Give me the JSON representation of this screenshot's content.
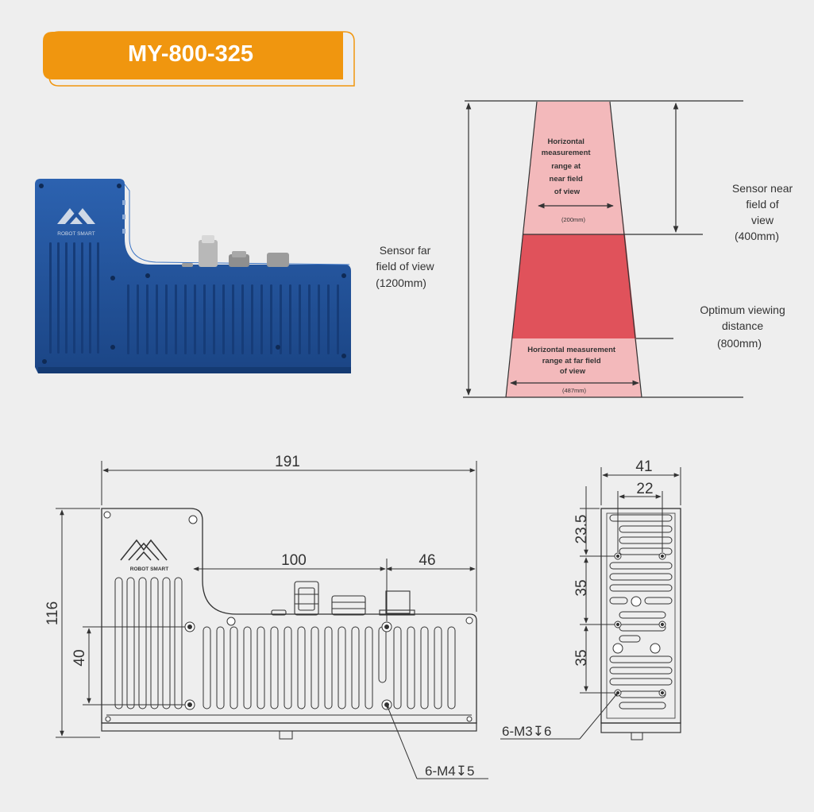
{
  "model": "MY-800-325",
  "colors": {
    "banner": "#f0960f",
    "sensor_body": "#2455a0",
    "near_zone": "#f3b9bb",
    "optimum_zone": "#e0525b",
    "background": "#eeeeee"
  },
  "product_photo": {
    "brand_logo_text": "ROBOT SMART"
  },
  "fov_diagram": {
    "near_zone_label": [
      "Horizontal",
      "measurement",
      "range at",
      "near field",
      "of view"
    ],
    "near_zone_value": "(200mm)",
    "far_zone_label": [
      "Horizontal measurement",
      "range at far field",
      "of view"
    ],
    "far_zone_value": "(487mm)",
    "far_fov_label": [
      "Sensor far",
      "field of view",
      "(1200mm)"
    ],
    "near_fov_label": [
      "Sensor near",
      "field of",
      "view",
      "(400mm)"
    ],
    "optimum_label": [
      "Optimum viewing",
      "distance",
      "(800mm)"
    ]
  },
  "front_drawing": {
    "dim_total_width": "191",
    "dim_offset": "100",
    "dim_right": "46",
    "dim_height": "116",
    "dim_hole_spacing": "40",
    "hole_callout": "6-M4↧5",
    "logo_text": "ROBOT SMART"
  },
  "side_drawing": {
    "dim_width": "41",
    "dim_hole_spacing": "22",
    "dim_v1": "23.5",
    "dim_v2": "35",
    "dim_v3": "35",
    "hole_callout": "6-M3↧6"
  }
}
